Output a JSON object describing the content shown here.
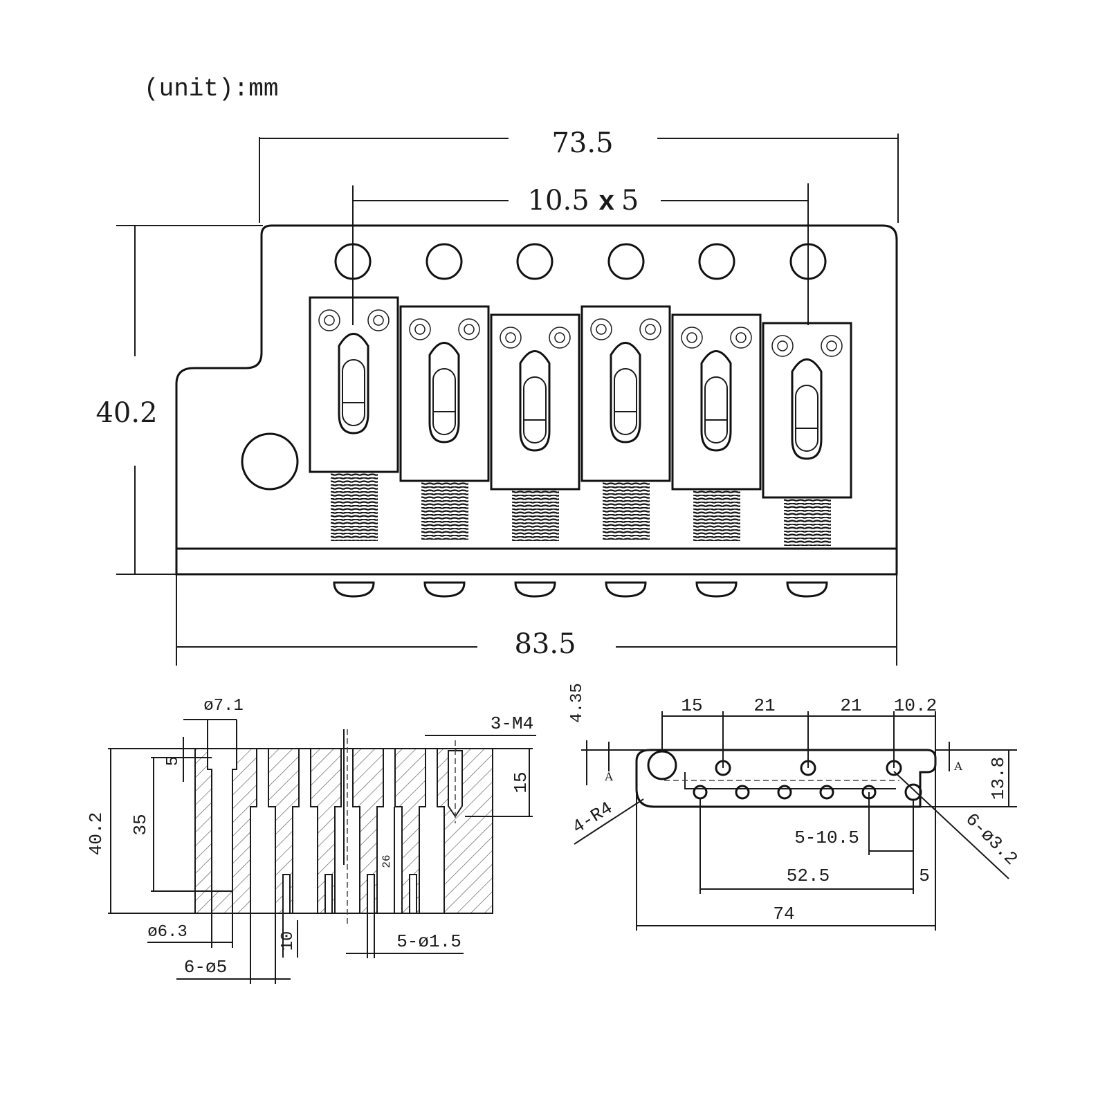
{
  "unit_label": "(unit):mm",
  "top_view": {
    "overall_width": "73.5",
    "saddle_spacing": "10.5",
    "saddle_spacing_mult": "x",
    "saddle_spacing_count": "5",
    "height": "40.2",
    "base_width": "83.5"
  },
  "side_section": {
    "hole_dia_top": "ø7.1",
    "thread": "3-M4",
    "top_depth": "5",
    "depth_35": "35",
    "height": "40.2",
    "thread_depth": "15",
    "inner_26": "26",
    "dim_10": "10",
    "hole_dia_63": "ø6.3",
    "holes_6x5": "6-ø5",
    "holes_5x15": "5-ø1.5"
  },
  "plate_view": {
    "dim_435": "4.35",
    "dim_15": "15",
    "dim_21a": "21",
    "dim_21b": "21",
    "dim_102": "10.2",
    "section_a_left": "A",
    "section_a_right": "A",
    "dim_138": "13.8",
    "radius": "4-R4",
    "holes_6x32": "6-ø3.2",
    "spacing_5x105": "5-10.5",
    "dim_525": "52.5",
    "dim_5": "5",
    "dim_74": "74"
  }
}
